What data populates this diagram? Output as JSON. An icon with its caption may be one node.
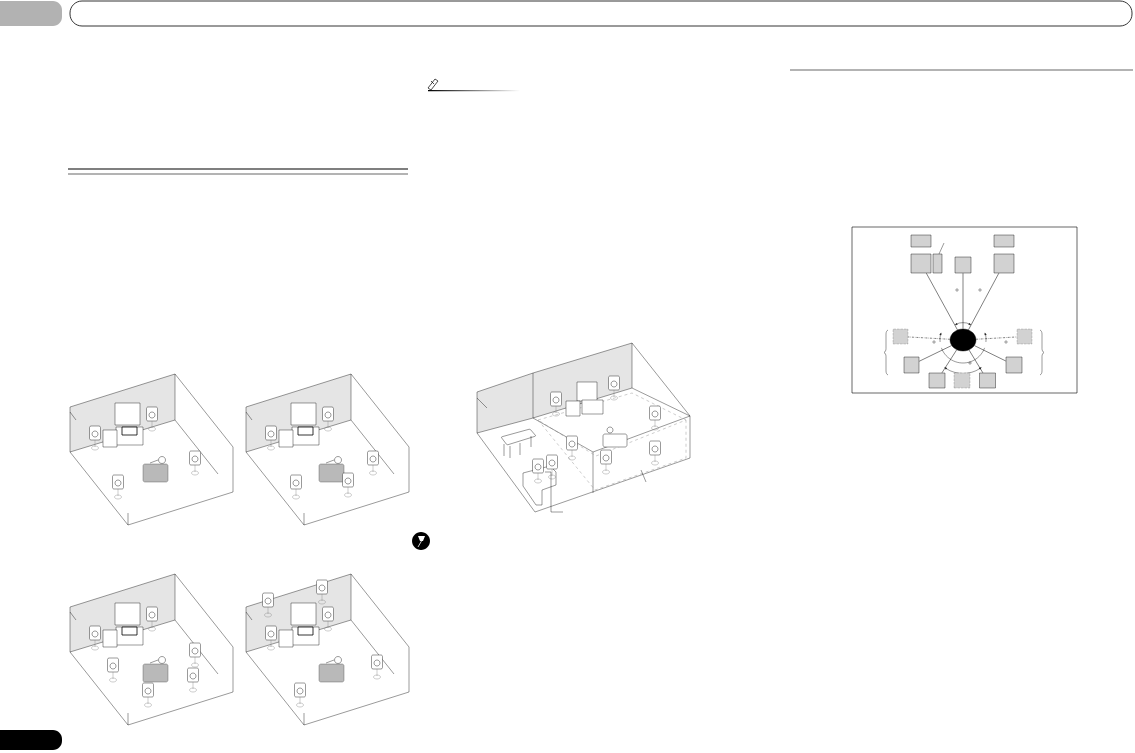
{
  "diagram": {
    "nodes": [
      {
        "text": [],
        "shape": "box"
      },
      {
        "text": [],
        "shape": "box"
      },
      {
        "text": [],
        "shape": "box"
      },
      {
        "text": [],
        "shape": "box"
      },
      {
        "text": [],
        "shape": "box"
      },
      {
        "text": [],
        "shape": "box"
      },
      {
        "text": [],
        "shape": "box"
      },
      {
        "text": [],
        "shape": "person"
      },
      {
        "text": [],
        "shape": "box"
      },
      {
        "text": [],
        "shape": "box"
      },
      {
        "text": [],
        "shape": "box"
      },
      {
        "text": [],
        "shape": "box"
      },
      {
        "text": [],
        "shape": "box"
      },
      {
        "text": [],
        "shape": "box"
      }
    ],
    "edges": [
      {
        "from": 7,
        "to": 2,
        "arrow": "none"
      },
      {
        "from": 7,
        "to": 4,
        "arrow": "none"
      },
      {
        "from": 7,
        "to": 5,
        "arrow": "none"
      },
      {
        "from": 7,
        "to": 6,
        "arrow": "none",
        "style": "dashed"
      },
      {
        "from": 7,
        "to": 8,
        "arrow": "none",
        "style": "dashed"
      },
      {
        "from": 7,
        "to": 9,
        "arrow": "none"
      },
      {
        "from": 7,
        "to": 10,
        "arrow": "none"
      },
      {
        "from": 7,
        "to": 12,
        "arrow": "none"
      },
      {
        "from": 7,
        "to": 13,
        "arrow": "none"
      }
    ]
  }
}
